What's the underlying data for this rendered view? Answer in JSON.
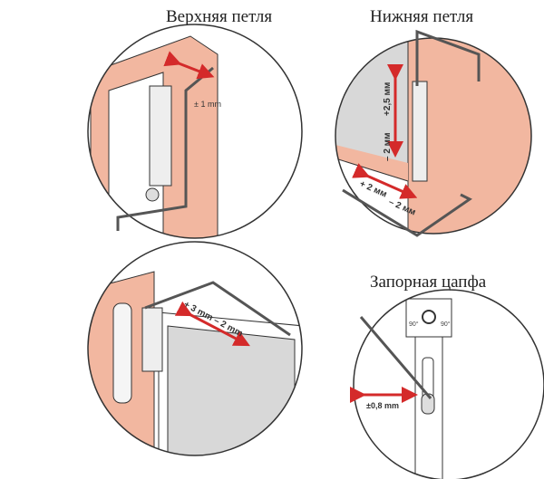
{
  "panels": {
    "top_hinge": {
      "title": "Верхняя петля",
      "label": "± 1 mm"
    },
    "bottom_hinge": {
      "title": "Нижняя петля",
      "up": "+2,5 мм",
      "down": "– 2 мм",
      "left": "+ 2 мм",
      "right": "– 2 мм"
    },
    "middle_hinge": {
      "label": "+ 3 mm  – 2 mm"
    },
    "locking_pin": {
      "title": "Запорная цапфа",
      "label": "±0,8 mm",
      "angle_left": "90°",
      "angle_right": "90°"
    }
  },
  "colors": {
    "frame": "#f2b7a0",
    "glass": "#d8d8d8",
    "arrow": "#d42a2a",
    "line": "#333333"
  }
}
